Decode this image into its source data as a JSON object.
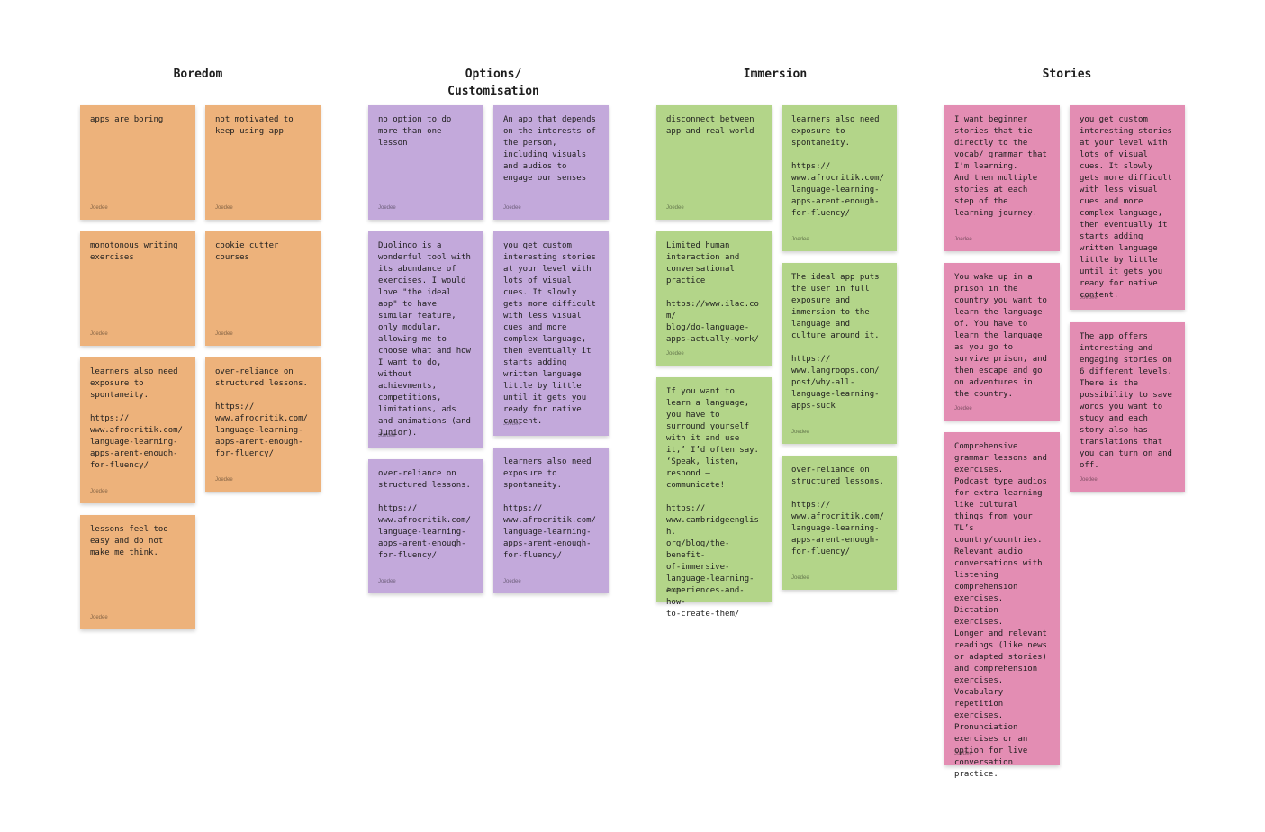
{
  "colors": {
    "orange": "#EDB27B",
    "purple": "#C3A9DB",
    "green": "#B3D589",
    "pink": "#E38DB3"
  },
  "sections": [
    {
      "title": "Boredom",
      "notes": [
        {
          "text": "apps are boring",
          "author": "Joedee"
        },
        {
          "text": "not motivated to keep using app",
          "author": "Joedee"
        },
        {
          "text": "monotonous writing exercises",
          "author": "Joedee"
        },
        {
          "text": "cookie cutter courses",
          "author": "Joedee"
        },
        {
          "text": "learners also need exposure to spontaneity.\n\nhttps://\nwww.afrocritik.com/\nlanguage-learning-\napps-arent-enough-\nfor-fluency/",
          "author": "Joedee"
        },
        {
          "text": "over-reliance on structured lessons.\n\nhttps://\nwww.afrocritik.com/\nlanguage-learning-\napps-arent-enough-\nfor-fluency/",
          "author": "Joedee"
        },
        {
          "text": "lessons feel too easy and do not make me think.",
          "author": "Joedee"
        }
      ]
    },
    {
      "title": "Options/\nCustomisation",
      "notes": [
        {
          "text": "no option to do more than one lesson",
          "author": "Joedee"
        },
        {
          "text": "An app that depends on the interests of the person, including visuals and audios to engage our senses",
          "author": "Joedee"
        },
        {
          "text": "Duolingo is a wonderful tool with its abundance of exercises. I would love \"the ideal app\" to have similar feature, only modular, allowing me to choose what and how I want to do, without achievments, competitions, limitations, ads and animations (and Junior).",
          "author": "Joedee"
        },
        {
          "text": "you get custom interesting stories at your level with lots of visual cues. It slowly gets more difficult with less visual cues and more complex language, then eventually it starts adding written language little by little until it gets you ready for native content.",
          "author": "Joedee"
        },
        {
          "text": "over-reliance on structured lessons.\n\nhttps://\nwww.afrocritik.com/\nlanguage-learning-\napps-arent-enough-\nfor-fluency/",
          "author": "Joedee"
        },
        {
          "text": "learners also need exposure to spontaneity.\n\nhttps://\nwww.afrocritik.com/\nlanguage-learning-\napps-arent-enough-\nfor-fluency/",
          "author": "Joedee"
        }
      ]
    },
    {
      "title": "Immersion",
      "notes": [
        {
          "text": "disconnect between app and real world",
          "author": "Joedee"
        },
        {
          "text": "learners also need exposure to spontaneity.\n\nhttps://\nwww.afrocritik.com/\nlanguage-learning-\napps-arent-enough-\nfor-fluency/",
          "author": "Joedee"
        },
        {
          "text": "Limited human interaction and conversational practice\n\nhttps://www.ilac.com/\nblog/do-language-\napps-actually-work/",
          "author": "Joedee"
        },
        {
          "text": "The ideal app puts the user in full exposure and immersion to the language and culture around it.\n\nhttps://\nwww.langroops.com/\npost/why-all-\nlanguage-learning-\napps-suck",
          "author": "Joedee"
        },
        {
          "text": "If you want to learn a language, you have to surround yourself with it and use it,’ I’d often say. ‘Speak, listen, respond – communicate!\n\nhttps://\nwww.cambridgeenglish.\norg/blog/the-benefit-\nof-immersive-\nlanguage-learning-\nexperiences-and-how-\nto-create-them/",
          "author": "Joedee"
        },
        {
          "text": "over-reliance on structured lessons.\n\nhttps://\nwww.afrocritik.com/\nlanguage-learning-\napps-arent-enough-\nfor-fluency/",
          "author": "Joedee"
        }
      ]
    },
    {
      "title": "Stories",
      "notes": [
        {
          "text": "I want beginner stories that tie directly to the vocab/ grammar that I’m learning.\nAnd then multiple stories at each step of the learning journey.",
          "author": "Joedee"
        },
        {
          "text": "you get custom interesting stories at your level with lots of visual cues. It slowly gets more difficult with less visual cues and more complex language, then eventually it starts adding written language little by little until it gets you ready for native content.",
          "author": "Joedee"
        },
        {
          "text": "You wake up in a prison in the country you want to learn the language of. You have to learn the language as you go to survive prison, and then escape and go on adventures in the country.",
          "author": "Joedee"
        },
        {
          "text": "The app offers interesting and engaging stories on 6 different levels. There is the possibility to save words you want to study and each story also has translations that you can turn on and off.",
          "author": "Joedee"
        },
        {
          "text": "Comprehensive grammar lessons and exercises.\nPodcast type audios for extra learning like cultural things from your TL’s country/countries.\nRelevant audio conversations with listening comprehension exercises.\nDictation exercises.\nLonger and relevant readings (like news or adapted stories) and comprehension exercises. Vocabulary repetition exercises. Pronunciation exercises or an option for live conversation practice.",
          "author": "Joedee"
        }
      ]
    }
  ]
}
